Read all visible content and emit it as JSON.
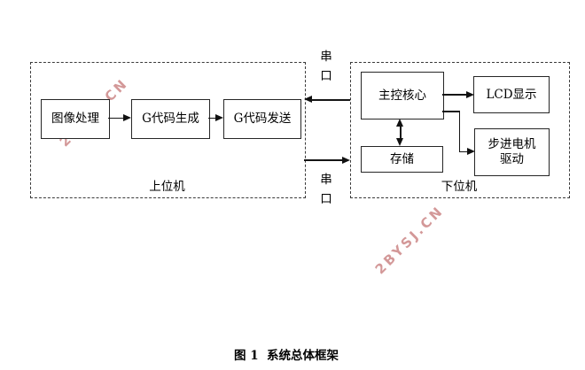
{
  "figure": {
    "caption": "图 1  系统总体框架"
  },
  "watermark": {
    "text": "2BYSJ.CN",
    "color": "#c97f7f"
  },
  "upper_section": {
    "label": "上位机",
    "boxes": [
      {
        "label": "图像处理"
      },
      {
        "label": "G代码生成"
      },
      {
        "label": "G代码发送"
      }
    ]
  },
  "lower_section": {
    "label": "下位机",
    "main_box": "主控核心",
    "lcd_box": "LCD显示",
    "storage_box": "存储",
    "stepper_box": "步进电机\n驱动"
  },
  "serial": {
    "top_label": "串\n口",
    "bottom_label": "串\n口"
  }
}
